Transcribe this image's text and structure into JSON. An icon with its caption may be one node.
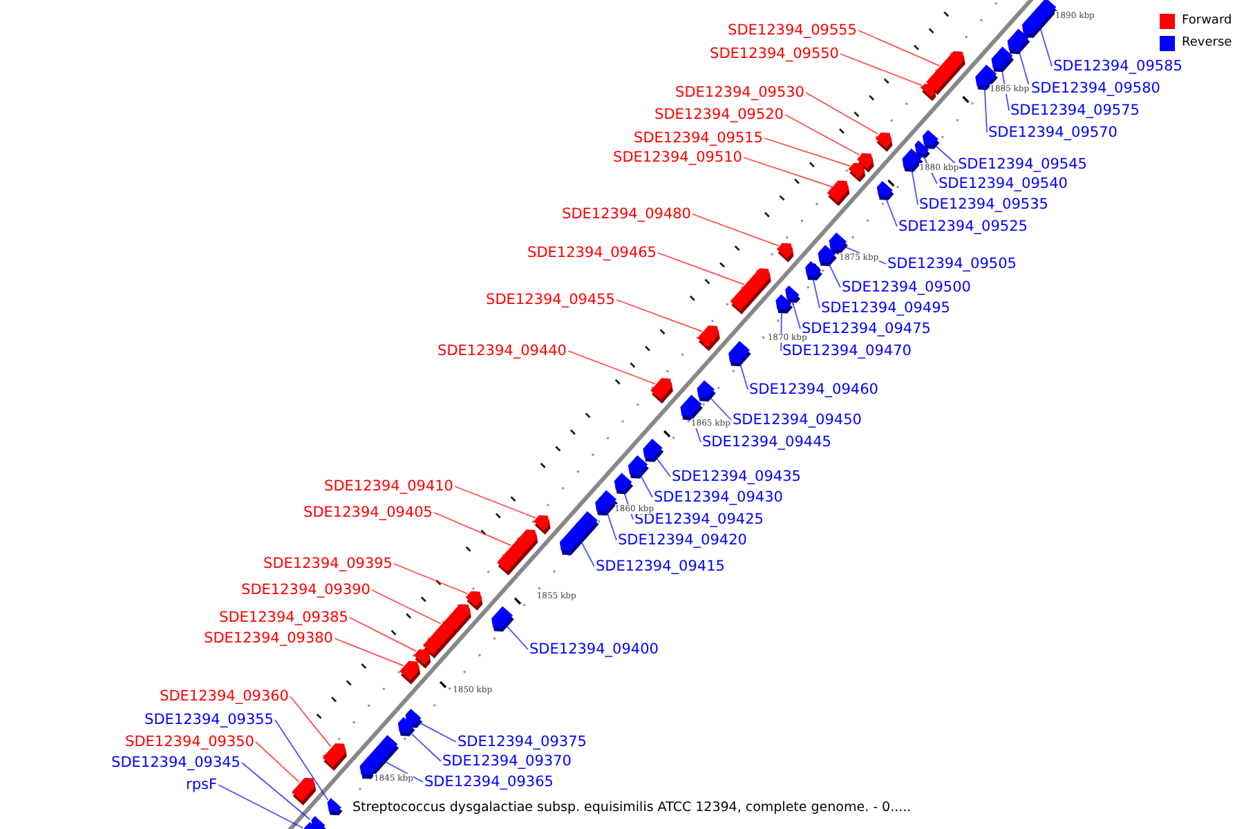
{
  "diagram": {
    "caption": "Streptococcus dysgalactiae subsp. equisimilis ATCC 12394, complete genome. - 0.....",
    "nodes": [
      {
        "text": [
          "SDE12394_09555"
        ]
      },
      {
        "text": [
          "SDE12394_09550"
        ]
      },
      {
        "text": [
          "SDE12394_09585"
        ]
      },
      {
        "text": [
          "SDE12394_09580"
        ]
      },
      {
        "text": [
          "SDE12394_09530"
        ]
      },
      {
        "text": [
          "SDE12394_09575"
        ]
      },
      {
        "text": [
          "SDE12394_09520"
        ]
      },
      {
        "text": [
          "SDE12394_09570"
        ]
      },
      {
        "text": [
          "SDE12394_09515"
        ]
      },
      {
        "text": [
          "SDE12394_09510"
        ]
      },
      {
        "text": [
          "SDE12394_09545"
        ]
      },
      {
        "text": [
          "SDE12394_09540"
        ]
      },
      {
        "text": [
          "SDE12394_09535"
        ]
      },
      {
        "text": [
          "SDE12394_09480"
        ]
      },
      {
        "text": [
          "SDE12394_09525"
        ]
      },
      {
        "text": [
          "SDE12394_09465"
        ]
      },
      {
        "text": [
          "SDE12394_09505"
        ]
      },
      {
        "text": [
          "SDE12394_09500"
        ]
      },
      {
        "text": [
          "SDE12394_09455"
        ]
      },
      {
        "text": [
          "SDE12394_09495"
        ]
      },
      {
        "text": [
          "SDE12394_09475"
        ]
      },
      {
        "text": [
          "SDE12394_09440"
        ]
      },
      {
        "text": [
          "SDE12394_09470"
        ]
      },
      {
        "text": [
          "SDE12394_09460"
        ]
      },
      {
        "text": [
          "SDE12394_09450"
        ]
      },
      {
        "text": [
          "SDE12394_09445"
        ]
      },
      {
        "text": [
          "SDE12394_09435"
        ]
      },
      {
        "text": [
          "SDE12394_09410"
        ]
      },
      {
        "text": [
          "SDE12394_09430"
        ]
      },
      {
        "text": [
          "SDE12394_09405"
        ]
      },
      {
        "text": [
          "SDE12394_09425"
        ]
      },
      {
        "text": [
          "SDE12394_09420"
        ]
      },
      {
        "text": [
          "SDE12394_09395"
        ]
      },
      {
        "text": [
          "SDE12394_09415"
        ]
      },
      {
        "text": [
          "SDE12394_09390"
        ]
      },
      {
        "text": [
          "SDE12394_09385"
        ]
      },
      {
        "text": [
          "SDE12394_09380"
        ]
      },
      {
        "text": [
          "SDE12394_09400"
        ]
      },
      {
        "text": [
          "SDE12394_09360"
        ]
      },
      {
        "text": [
          "SDE12394_09355"
        ]
      },
      {
        "text": [
          "SDE12394_09350"
        ]
      },
      {
        "text": [
          "SDE12394_09375"
        ]
      },
      {
        "text": [
          "SDE12394_09370"
        ]
      },
      {
        "text": [
          "SDE12394_09345"
        ]
      },
      {
        "text": [
          "SDE12394_09365"
        ]
      },
      {
        "text": [
          "rpsF"
        ]
      },
      {
        "text": [],
        "shape": "box"
      },
      {
        "text": [],
        "shape": "box"
      },
      {
        "text": [],
        "shape": "box"
      },
      {
        "text": [],
        "shape": "box"
      },
      {
        "text": [],
        "shape": "box"
      },
      {
        "text": [],
        "shape": "box"
      },
      {
        "text": [],
        "shape": "box"
      },
      {
        "text": [],
        "shape": "box"
      },
      {
        "text": [],
        "shape": "box"
      },
      {
        "text": [],
        "shape": "box"
      },
      {
        "text": [],
        "shape": "box"
      },
      {
        "text": [],
        "shape": "box"
      },
      {
        "text": [],
        "shape": "box"
      },
      {
        "text": [],
        "shape": "box"
      },
      {
        "text": [],
        "shape": "box"
      },
      {
        "text": [],
        "shape": "box"
      },
      {
        "text": [],
        "shape": "box"
      },
      {
        "text": [],
        "shape": "box"
      },
      {
        "text": [],
        "shape": "box"
      },
      {
        "text": [],
        "shape": "box"
      },
      {
        "text": [],
        "shape": "box"
      },
      {
        "text": [],
        "shape": "box"
      },
      {
        "text": [],
        "shape": "box"
      },
      {
        "text": [],
        "shape": "box"
      },
      {
        "text": [],
        "shape": "box"
      },
      {
        "text": [],
        "shape": "box"
      },
      {
        "text": [],
        "shape": "box"
      },
      {
        "text": [],
        "shape": "box"
      },
      {
        "text": [],
        "shape": "box"
      },
      {
        "text": [],
        "shape": "box"
      },
      {
        "text": [],
        "shape": "box"
      },
      {
        "text": [],
        "shape": "box"
      },
      {
        "text": [],
        "shape": "box"
      },
      {
        "text": [],
        "shape": "box"
      },
      {
        "text": [],
        "shape": "box"
      },
      {
        "text": [],
        "shape": "box"
      },
      {
        "text": [],
        "shape": "box"
      },
      {
        "text": [],
        "shape": "box"
      },
      {
        "text": [],
        "shape": "box"
      },
      {
        "text": [],
        "shape": "box"
      },
      {
        "text": [],
        "shape": "box"
      },
      {
        "text": [],
        "shape": "box"
      },
      {
        "text": [],
        "shape": "box"
      },
      {
        "text": [],
        "shape": "box"
      },
      {
        "text": [],
        "shape": "box"
      },
      {
        "text": [],
        "shape": "box"
      }
    ],
    "edges": [
      {
        "from": 0,
        "to": 46,
        "arrow": "none",
        "color": "#ff0000"
      },
      {
        "from": 1,
        "to": 47,
        "arrow": "none",
        "color": "#ff0000"
      },
      {
        "from": 2,
        "to": 48,
        "arrow": "none"
      },
      {
        "from": 3,
        "to": 49,
        "arrow": "none"
      },
      {
        "from": 4,
        "to": 50,
        "arrow": "none",
        "color": "#ff0000"
      },
      {
        "from": 5,
        "to": 51,
        "arrow": "none"
      },
      {
        "from": 6,
        "to": 52,
        "arrow": "none",
        "color": "#ff0000"
      },
      {
        "from": 7,
        "to": 53,
        "arrow": "none"
      },
      {
        "from": 8,
        "to": 54,
        "arrow": "none",
        "color": "#ff0000"
      },
      {
        "from": 9,
        "to": 55,
        "arrow": "none",
        "color": "#ff0000"
      },
      {
        "from": 10,
        "to": 56,
        "arrow": "none"
      },
      {
        "from": 11,
        "to": 57,
        "arrow": "none"
      },
      {
        "from": 12,
        "to": 58,
        "arrow": "none"
      },
      {
        "from": 13,
        "to": 59,
        "arrow": "none",
        "color": "#ff0000"
      },
      {
        "from": 14,
        "to": 60,
        "arrow": "none"
      },
      {
        "from": 15,
        "to": 61,
        "arrow": "none",
        "color": "#ff0000"
      },
      {
        "from": 16,
        "to": 62,
        "arrow": "none"
      },
      {
        "from": 17,
        "to": 63,
        "arrow": "none"
      },
      {
        "from": 18,
        "to": 64,
        "arrow": "none",
        "color": "#ff0000"
      },
      {
        "from": 19,
        "to": 65,
        "arrow": "none"
      },
      {
        "from": 20,
        "to": 66,
        "arrow": "none"
      },
      {
        "from": 21,
        "to": 67,
        "arrow": "none",
        "color": "#ff0000"
      },
      {
        "from": 22,
        "to": 68,
        "arrow": "none"
      },
      {
        "from": 23,
        "to": 69,
        "arrow": "none"
      },
      {
        "from": 24,
        "to": 70,
        "arrow": "none"
      },
      {
        "from": 25,
        "to": 71,
        "arrow": "none"
      },
      {
        "from": 26,
        "to": 72,
        "arrow": "none"
      },
      {
        "from": 27,
        "to": 73,
        "arrow": "none",
        "color": "#ff0000"
      },
      {
        "from": 28,
        "to": 74,
        "arrow": "none"
      },
      {
        "from": 29,
        "to": 75,
        "arrow": "none",
        "color": "#ff0000"
      },
      {
        "from": 30,
        "to": 76,
        "arrow": "none"
      },
      {
        "from": 31,
        "to": 77,
        "arrow": "none"
      },
      {
        "from": 32,
        "to": 78,
        "arrow": "none",
        "color": "#ff0000"
      },
      {
        "from": 33,
        "to": 79,
        "arrow": "none"
      },
      {
        "from": 34,
        "to": 80,
        "arrow": "none",
        "color": "#ff0000"
      },
      {
        "from": 35,
        "to": 81,
        "arrow": "none",
        "color": "#ff0000"
      },
      {
        "from": 36,
        "to": 82,
        "arrow": "none",
        "color": "#ff0000"
      },
      {
        "from": 37,
        "to": 83,
        "arrow": "none"
      },
      {
        "from": 38,
        "to": 84,
        "arrow": "none",
        "color": "#ff0000"
      },
      {
        "from": 39,
        "to": 85,
        "arrow": "none"
      },
      {
        "from": 40,
        "to": 86,
        "arrow": "none",
        "color": "#ff0000"
      },
      {
        "from": 41,
        "to": 87,
        "arrow": "none"
      },
      {
        "from": 42,
        "to": 88,
        "arrow": "none"
      },
      {
        "from": 43,
        "to": 89,
        "arrow": "none"
      },
      {
        "from": 44,
        "to": 90,
        "arrow": "none"
      },
      {
        "from": 45,
        "to": 91,
        "arrow": "none"
      }
    ],
    "labels": [
      "1890 kbp",
      "1885 kbp",
      "1880 kbp",
      "1875 kbp",
      "1870 kbp",
      "1865 kbp",
      "1860 kbp",
      "1855 kbp",
      "1850 kbp",
      "1845 kbp"
    ],
    "legend": [
      {
        "text": "Forward",
        "color": "#ff0000"
      },
      {
        "text": "Reverse",
        "color": "#0000ff"
      }
    ]
  }
}
